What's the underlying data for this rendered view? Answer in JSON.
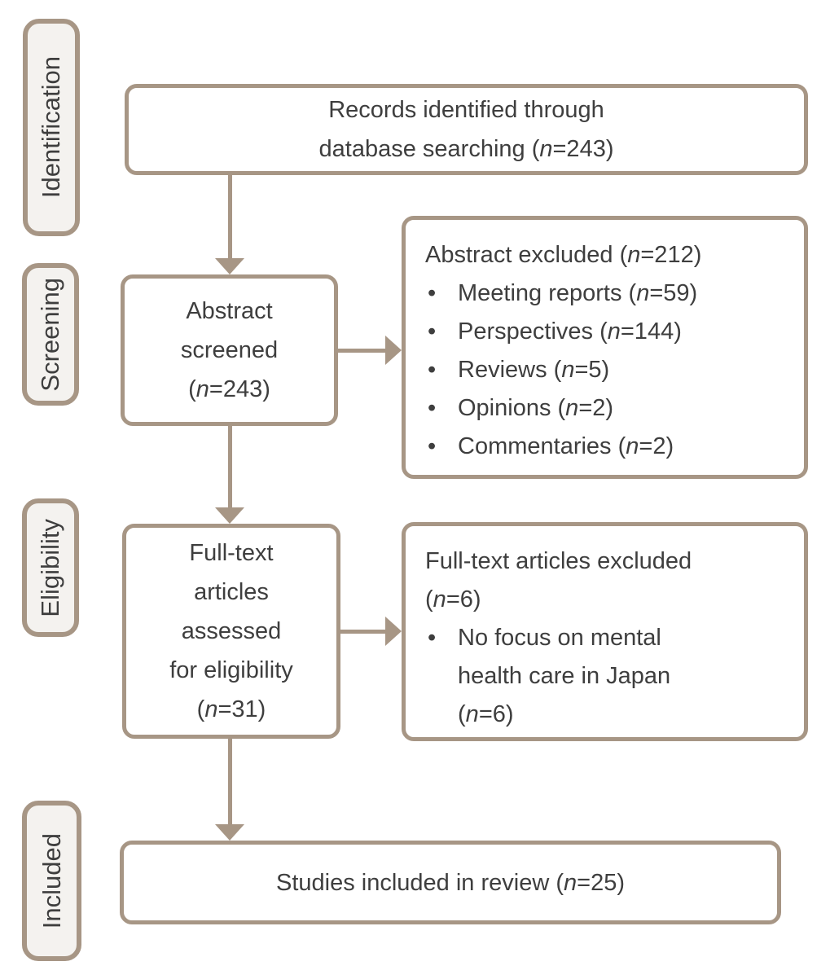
{
  "palette": {
    "line": "#a79685",
    "label_fill": "#f4f2ef",
    "text": "#3e3e3e",
    "box_fill": "#ffffff"
  },
  "glyphs": {
    "bullet": "•"
  },
  "stages": [
    {
      "label": "Identification"
    },
    {
      "label": "Screening"
    },
    {
      "label": "Eligibility"
    },
    {
      "label": "Included"
    }
  ],
  "flow": {
    "records": {
      "text": "Records identified through database searching (n=243)"
    },
    "abstract_screened": {
      "lines": [
        "Abstract",
        "screened",
        "(n=243)"
      ]
    },
    "fulltext_assessed": {
      "lines": [
        "Full-text",
        "articles",
        "assessed",
        "for eligibility",
        "(n=31)"
      ]
    },
    "studies_included": {
      "text": "Studies included in review (n=25)"
    }
  },
  "exclusions": {
    "abstract": {
      "title": "Abstract excluded (n=212)",
      "items": [
        "Meeting reports (n=59)",
        "Perspectives (n=144)",
        "Reviews (n=5)",
        "Opinions (n=2)",
        "Commentaries (n=2)"
      ]
    },
    "fulltext": {
      "title": "Full-text articles excluded (n=6)",
      "items": [
        "No focus on mental health care in Japan (n=6)"
      ]
    }
  }
}
